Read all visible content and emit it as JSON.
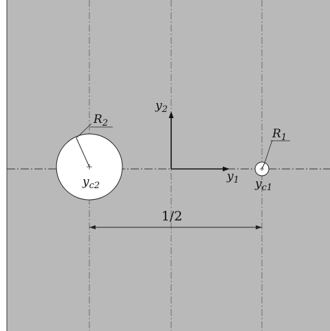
{
  "diagram": {
    "colors": {
      "background": "#b9b9b9",
      "hole_fill": "#ffffff",
      "line": "#222222",
      "axis": "#555555"
    },
    "labels": {
      "y1": {
        "base": "y",
        "sub": "1"
      },
      "y2": {
        "base": "y",
        "sub": "2"
      },
      "r1": {
        "base": "R",
        "sub": "1"
      },
      "r2": {
        "base": "R",
        "sub": "2"
      },
      "yc1": {
        "base": "y",
        "sub": "c1"
      },
      "yc2": {
        "base": "y",
        "sub": "c2"
      },
      "distance": "1/2"
    }
  }
}
